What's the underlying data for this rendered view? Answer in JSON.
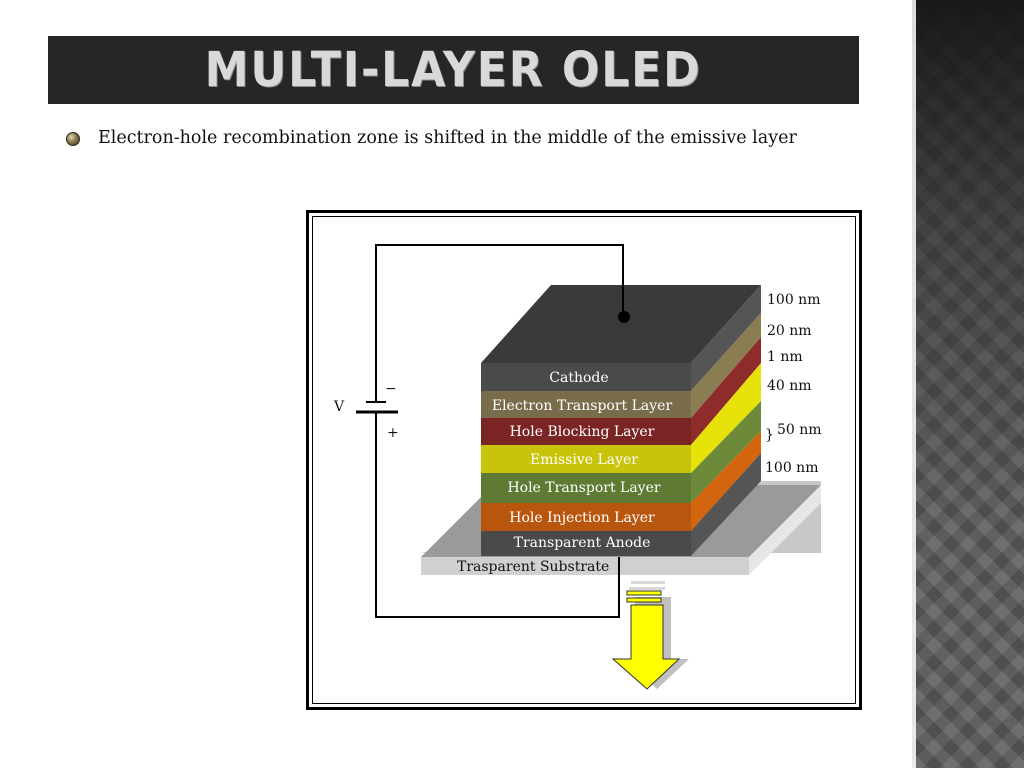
{
  "slide": {
    "title": "MULTI-LAYER OLED",
    "bullet": "Electron-hole recombination zone is shifted in the middle of the emissive layer"
  },
  "figure": {
    "voltage_label": "V",
    "minus_label": "−",
    "plus_label": "+",
    "substrate_label": "Trasparent Substrate",
    "layers": [
      {
        "name": "Cathode",
        "color": "#4a4a4a",
        "side": "#555555"
      },
      {
        "name": "Electron Transport Layer",
        "color": "#786c4a",
        "side": "#8a7d52"
      },
      {
        "name": "Hole Blocking Layer",
        "color": "#7a2424",
        "side": "#8e2b2b"
      },
      {
        "name": "Emissive Layer",
        "color": "#c8c40c",
        "side": "#e6e20a"
      },
      {
        "name": "Hole Transport Layer",
        "color": "#5e7a33",
        "side": "#6c8a3a"
      },
      {
        "name": "Hole Injection Layer",
        "color": "#b8560e",
        "side": "#d4650f"
      },
      {
        "name": "Transparent Anode",
        "color": "#4a4a4a",
        "side": "#555555"
      }
    ],
    "thickness_labels": {
      "t1": "100 nm",
      "t2": "20 nm",
      "t3": "1 nm",
      "t4": "40 nm",
      "t5": "50 nm",
      "t6": "100 nm"
    },
    "top_face_color": "#3a3a3a",
    "emission_arrow_color": "#ffff00"
  }
}
